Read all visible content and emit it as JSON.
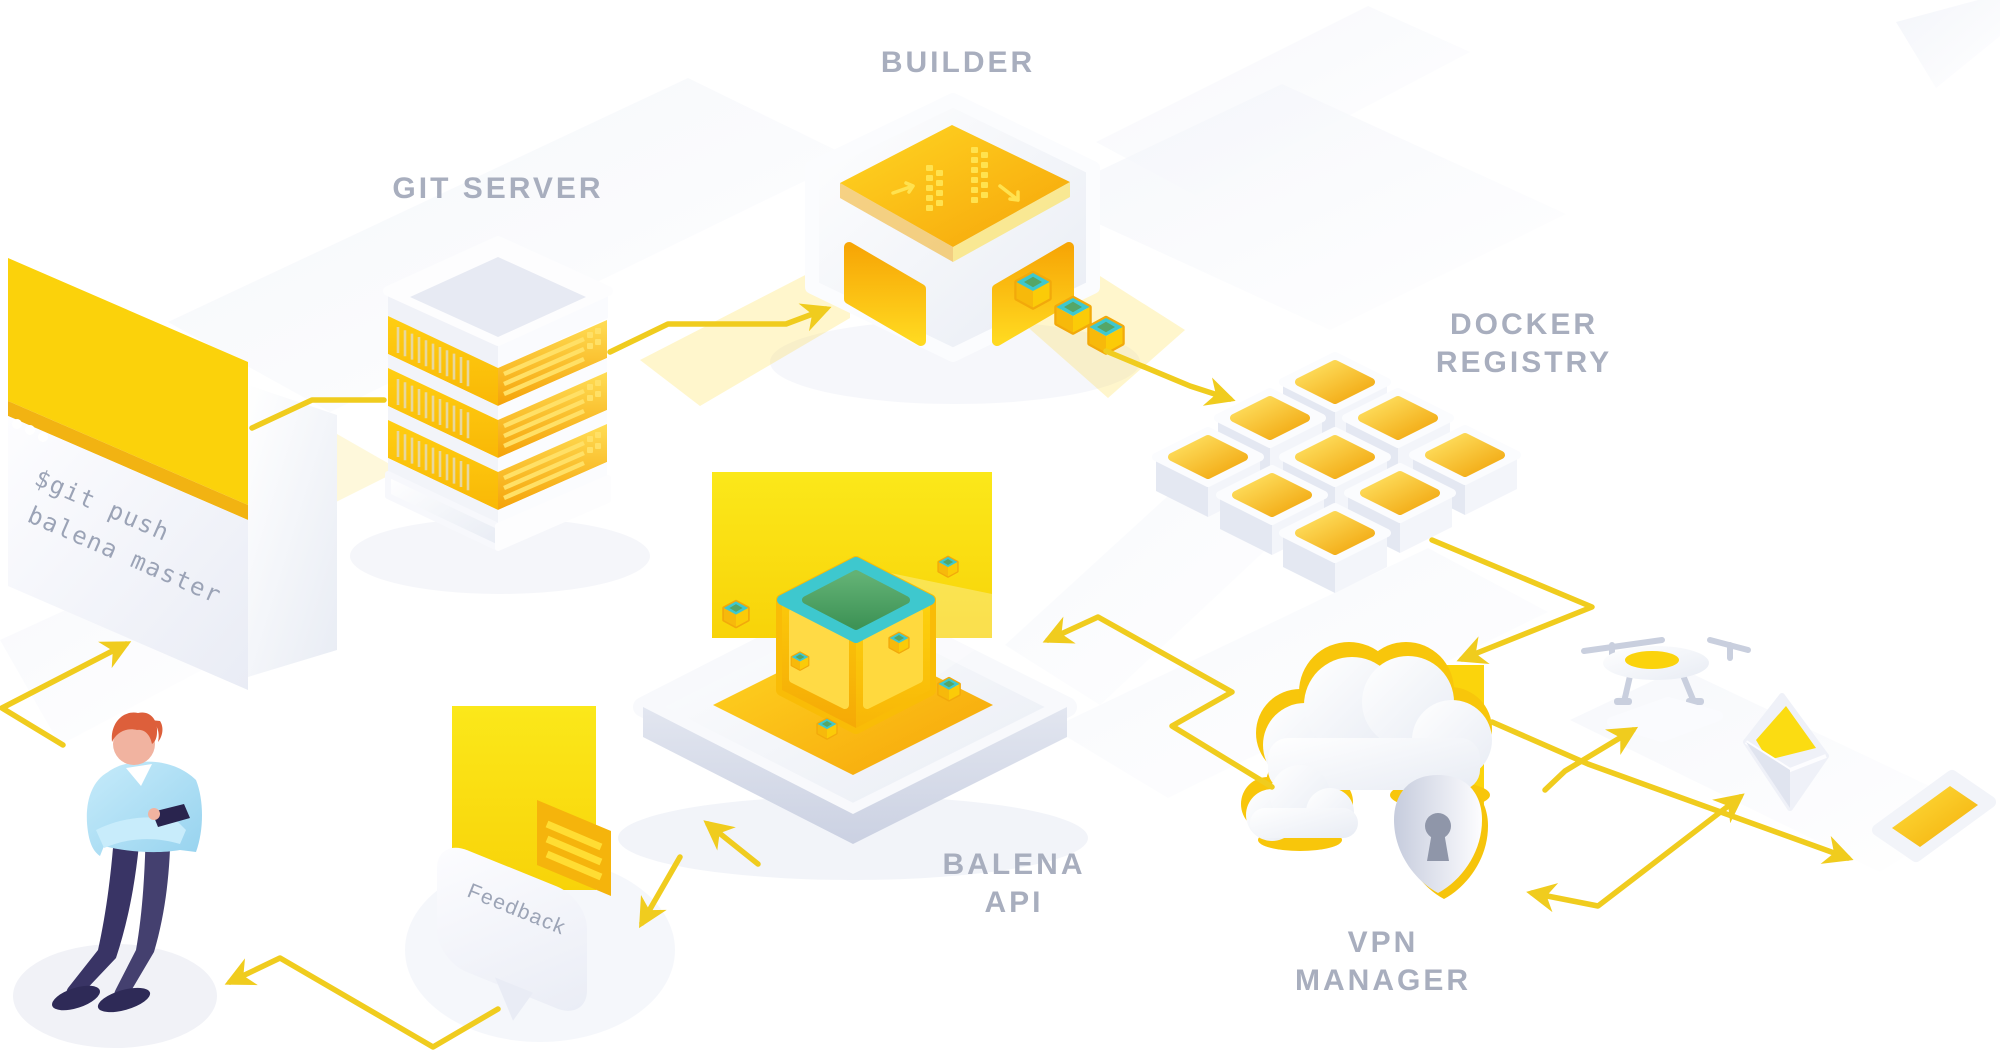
{
  "terminal": {
    "prompt_line1": "$git push",
    "prompt_line2": "balena master",
    "window_dot_count": 3
  },
  "labels": {
    "git_server": "GIT SERVER",
    "builder": "BUILDER",
    "docker_registry_line1": "DOCKER",
    "docker_registry_line2": "REGISTRY",
    "balena_api_line1": "BALENA",
    "balena_api_line2": "API",
    "vpn_manager_line1": "VPN",
    "vpn_manager_line2": "MANAGER"
  },
  "feedback": {
    "bubble_text": "Feedback"
  },
  "colors": {
    "brand_yellow": "#FBD20B",
    "lemon_yellow": "#F9E112",
    "amber": "#F5A609",
    "arrow_yellow": "#F0CC1E",
    "teal": "#3EC8CE",
    "cube_green": "#55A667",
    "label_gray": "#A8AEBE",
    "terminal_text_gray": "#9BA3B6",
    "panel_shadow": "#D9DEEB",
    "navy_pants": "#393465",
    "sky_blue_sweater": "#A5DCF4",
    "hair_orange": "#DD5F3B",
    "skin_tone": "#F1B3A0"
  },
  "icons": [
    "terminal-window-icon",
    "developer-figure",
    "git-server-icon",
    "builder-box-icon",
    "container-cube-icon",
    "docker-registry-grid-icon",
    "balena-api-platform-icon",
    "application-cube-icon",
    "vpn-cloud-icon",
    "lock-shield-icon",
    "drone-icon",
    "mail-envelope-icon",
    "smartphone-icon",
    "feedback-bubble-icon",
    "feedback-note-icon",
    "flow-arrow-icon"
  ]
}
